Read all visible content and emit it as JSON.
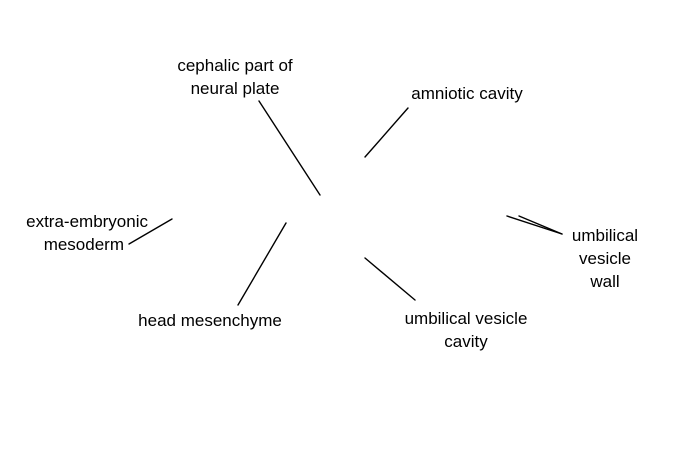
{
  "labels": {
    "cephalic_neural_plate": [
      "cephalic part of",
      "neural plate"
    ],
    "amniotic_cavity": [
      "amniotic cavity"
    ],
    "extra_embryonic_mesoderm": [
      "extra-embryonic",
      "mesoderm"
    ],
    "head_mesenchyme": [
      "head mesenchyme"
    ],
    "umbilical_vesicle_cavity": [
      "umbilical vesicle",
      "cavity"
    ],
    "umbilical_vesicle_wall": [
      "umbilical",
      "vesicle",
      "wall"
    ]
  },
  "colors": {
    "background": "#ffffff",
    "text": "#000000",
    "leader_line": "#000000"
  }
}
